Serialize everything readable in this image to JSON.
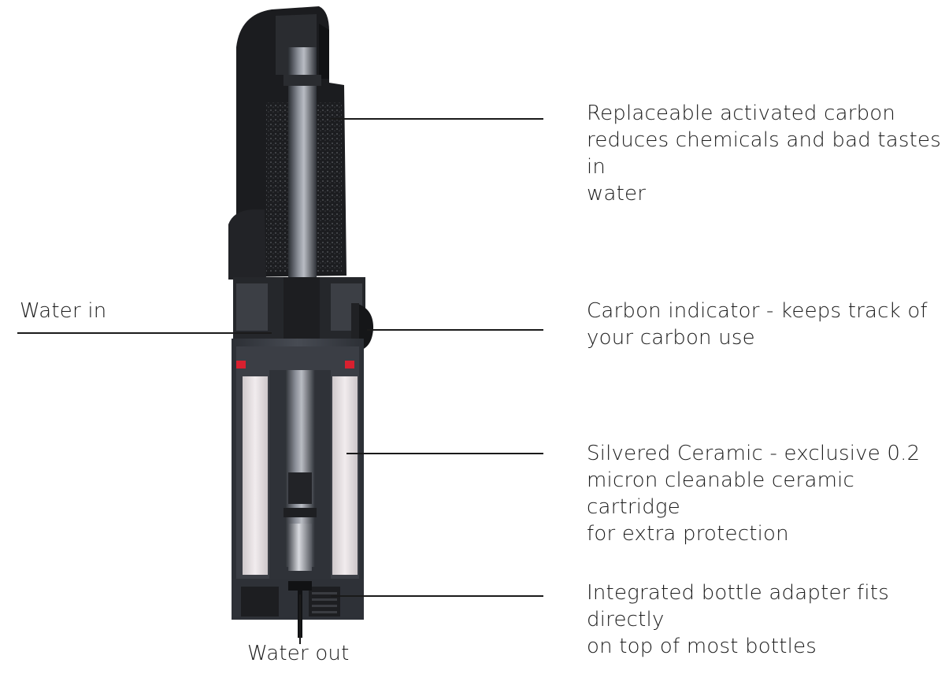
{
  "labels": {
    "carbon": "Replaceable activated carbon\nreduces chemicals and bad tastes in\nwater",
    "indicator": "Carbon indicator - keeps track of\nyour carbon use",
    "ceramic": "Silvered Ceramic - exclusive 0.2\nmicron cleanable ceramic cartridge\nfor extra protection",
    "adapter": "Integrated bottle adapter fits directly\non top of most bottles",
    "water_in": "Water in",
    "water_out": "Water out"
  },
  "colors": {
    "housing": "#1b1c1f",
    "inner_shell": "#3a3d44",
    "ceramic": "#e7e1e3",
    "seal": "#d8202f",
    "stem": "#6b7079"
  }
}
